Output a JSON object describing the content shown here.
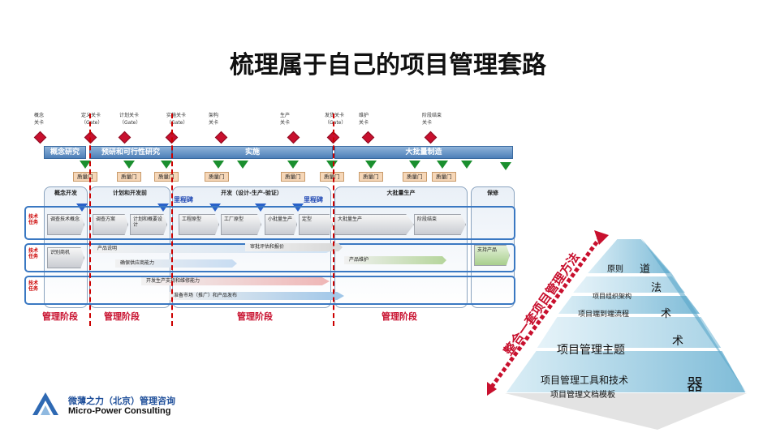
{
  "title": "梳理属于自己的项目管理套路",
  "gates": [
    {
      "label": "概念\n关卡",
      "gate": ""
    },
    {
      "label": "定义关卡\n（Gate）",
      "gate": ""
    },
    {
      "label": "计划关卡\n（Gate）",
      "gate": ""
    },
    {
      "label": "实施关卡\n（Gate）",
      "gate": ""
    },
    {
      "label": "架构\n关卡",
      "gate": ""
    },
    {
      "label": "生产\n关卡",
      "gate": ""
    },
    {
      "label": "发货关卡\n（Gate）",
      "gate": ""
    },
    {
      "label": "维护\n关卡",
      "gate": ""
    },
    {
      "label": "阶段结束\n关卡",
      "gate": ""
    }
  ],
  "phases": [
    "概念研究",
    "预研和可行性研究",
    "实施",
    "大批量制造"
  ],
  "quality_gates": [
    "质量门",
    "质量门",
    "质量门",
    "质量门",
    "质量门",
    "质量门",
    "质量门",
    "质量门",
    "质量门"
  ],
  "panels": [
    "概念开发",
    "计划和开发前",
    "开发（设计-生产-验证）",
    "大批量生产",
    "保修"
  ],
  "milestones": [
    "里程碑",
    "里程碑"
  ],
  "rows": [
    {
      "label": "技术任务"
    },
    {
      "label": "技术任务"
    },
    {
      "label": "技术任务"
    }
  ],
  "tasks": {
    "r1": [
      "调查技术概念",
      "调查方案",
      "计划和概要设计",
      "工程原型",
      "工厂原型",
      "小批量生产",
      "定型",
      "大批量生产",
      "阶段结束"
    ],
    "r2": [
      "识别商机",
      "产品说明",
      "确保供应商能力",
      "审批评估和报价",
      "产品维护",
      "支持产品"
    ],
    "r3": [
      "开发生产支持和维修能力",
      "准备市场（推广）和产品发布"
    ]
  },
  "management_phase": "管理阶段",
  "pyramid": {
    "arrow_text": "整合一套项目管理方法",
    "levels": [
      {
        "left": "原则",
        "right": "道"
      },
      {
        "left": "项目组织架构",
        "right": "法"
      },
      {
        "left": "项目端到端流程",
        "right": "术"
      },
      {
        "left": "项目管理主题",
        "right": "术"
      },
      {
        "left": "项目管理工具和技术",
        "sub": "项目管理文档模板",
        "right": "器"
      }
    ]
  },
  "brand": {
    "cn": "微薄之力（北京）管理咨询",
    "en": "Micro-Power Consulting"
  }
}
